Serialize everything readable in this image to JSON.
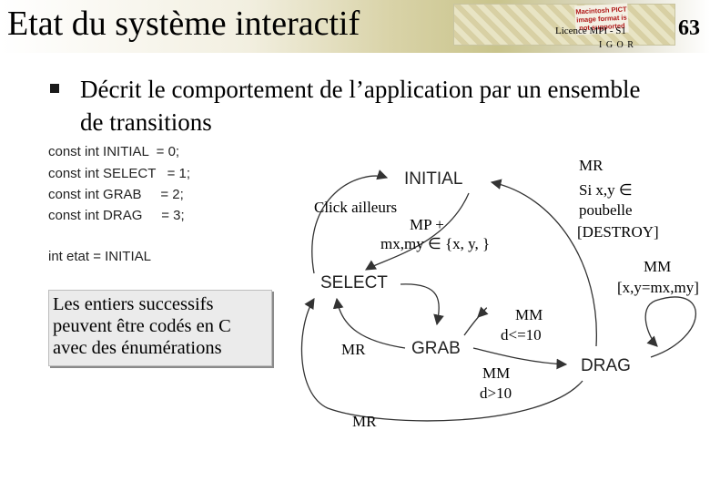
{
  "header": {
    "title": "Etat du système interactif",
    "logo_text": "Macintosh PICT image format is not supported",
    "course": "Licence MPI - S1",
    "org": "I G O R",
    "page_number": "63"
  },
  "intro": "Décrit le comportement de l’application par un ensemble de transitions",
  "code": {
    "lines": [
      "const int INITIAL  = 0;",
      "const int SELECT   = 1;",
      "const int GRAB     = 2;",
      "const int DRAG     = 3;"
    ],
    "etat": "int etat = INITIAL"
  },
  "note": "Les entiers successifs peuvent être codés en C avec des énumérations",
  "diagram": {
    "states": {
      "initial": "INITIAL",
      "select": "SELECT",
      "grab": "GRAB",
      "drag": "DRAG"
    },
    "transitions": {
      "click_ailleurs": "Click ailleurs",
      "mp": "MP +",
      "mp_cond": "mx,my ∈ {x, y, }",
      "mr_drag_1": "MR",
      "mr_drag_2": "Si x,y ∈",
      "mr_drag_3": "poubelle",
      "mr_drag_4": "[DESTROY]",
      "mm_loop_1": "MM",
      "mm_loop_2": "[x,y=mx,my]",
      "mm_le_1": "MM",
      "mm_le_2": "d<=10",
      "mm_gt_1": "MM",
      "mm_gt_2": "d>10",
      "mr_grab": "MR",
      "mr_drag_select": "MR"
    }
  }
}
